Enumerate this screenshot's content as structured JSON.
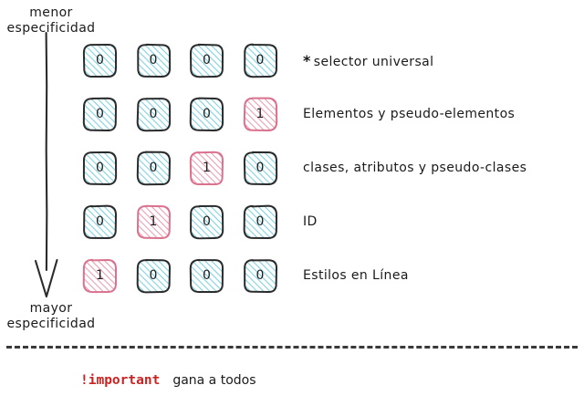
{
  "axis": {
    "top_caption": [
      "menor",
      "especificidad"
    ],
    "bottom_caption": [
      "mayor",
      "especificidad"
    ],
    "arrow_direction": "down",
    "arrow_color": "#2b2b2b"
  },
  "colors": {
    "zero_fill": "#5ec8dd",
    "zero_outline": "#2b2b2b",
    "one_fill": "#e8879f",
    "one_outline": "#d9728f",
    "important_red": "#cc2222",
    "text": "#1a1a1a",
    "dashed_line": "#3a3a3a",
    "background": "#ffffff"
  },
  "grid": {
    "columns": 4,
    "rows": [
      {
        "values": [
          "0",
          "0",
          "0",
          "0"
        ],
        "label": "selector universal",
        "bullet": "*"
      },
      {
        "values": [
          "0",
          "0",
          "0",
          "1"
        ],
        "label": "Elementos y pseudo-elementos",
        "bullet": ""
      },
      {
        "values": [
          "0",
          "0",
          "1",
          "0"
        ],
        "label": "clases, atributos y pseudo-clases",
        "bullet": ""
      },
      {
        "values": [
          "0",
          "1",
          "0",
          "0"
        ],
        "label": "ID",
        "bullet": ""
      },
      {
        "values": [
          "1",
          "0",
          "0",
          "0"
        ],
        "label": "Estilos en Línea",
        "bullet": ""
      }
    ]
  },
  "footer": {
    "keyword": "!important",
    "phrase": "gana a todos"
  }
}
